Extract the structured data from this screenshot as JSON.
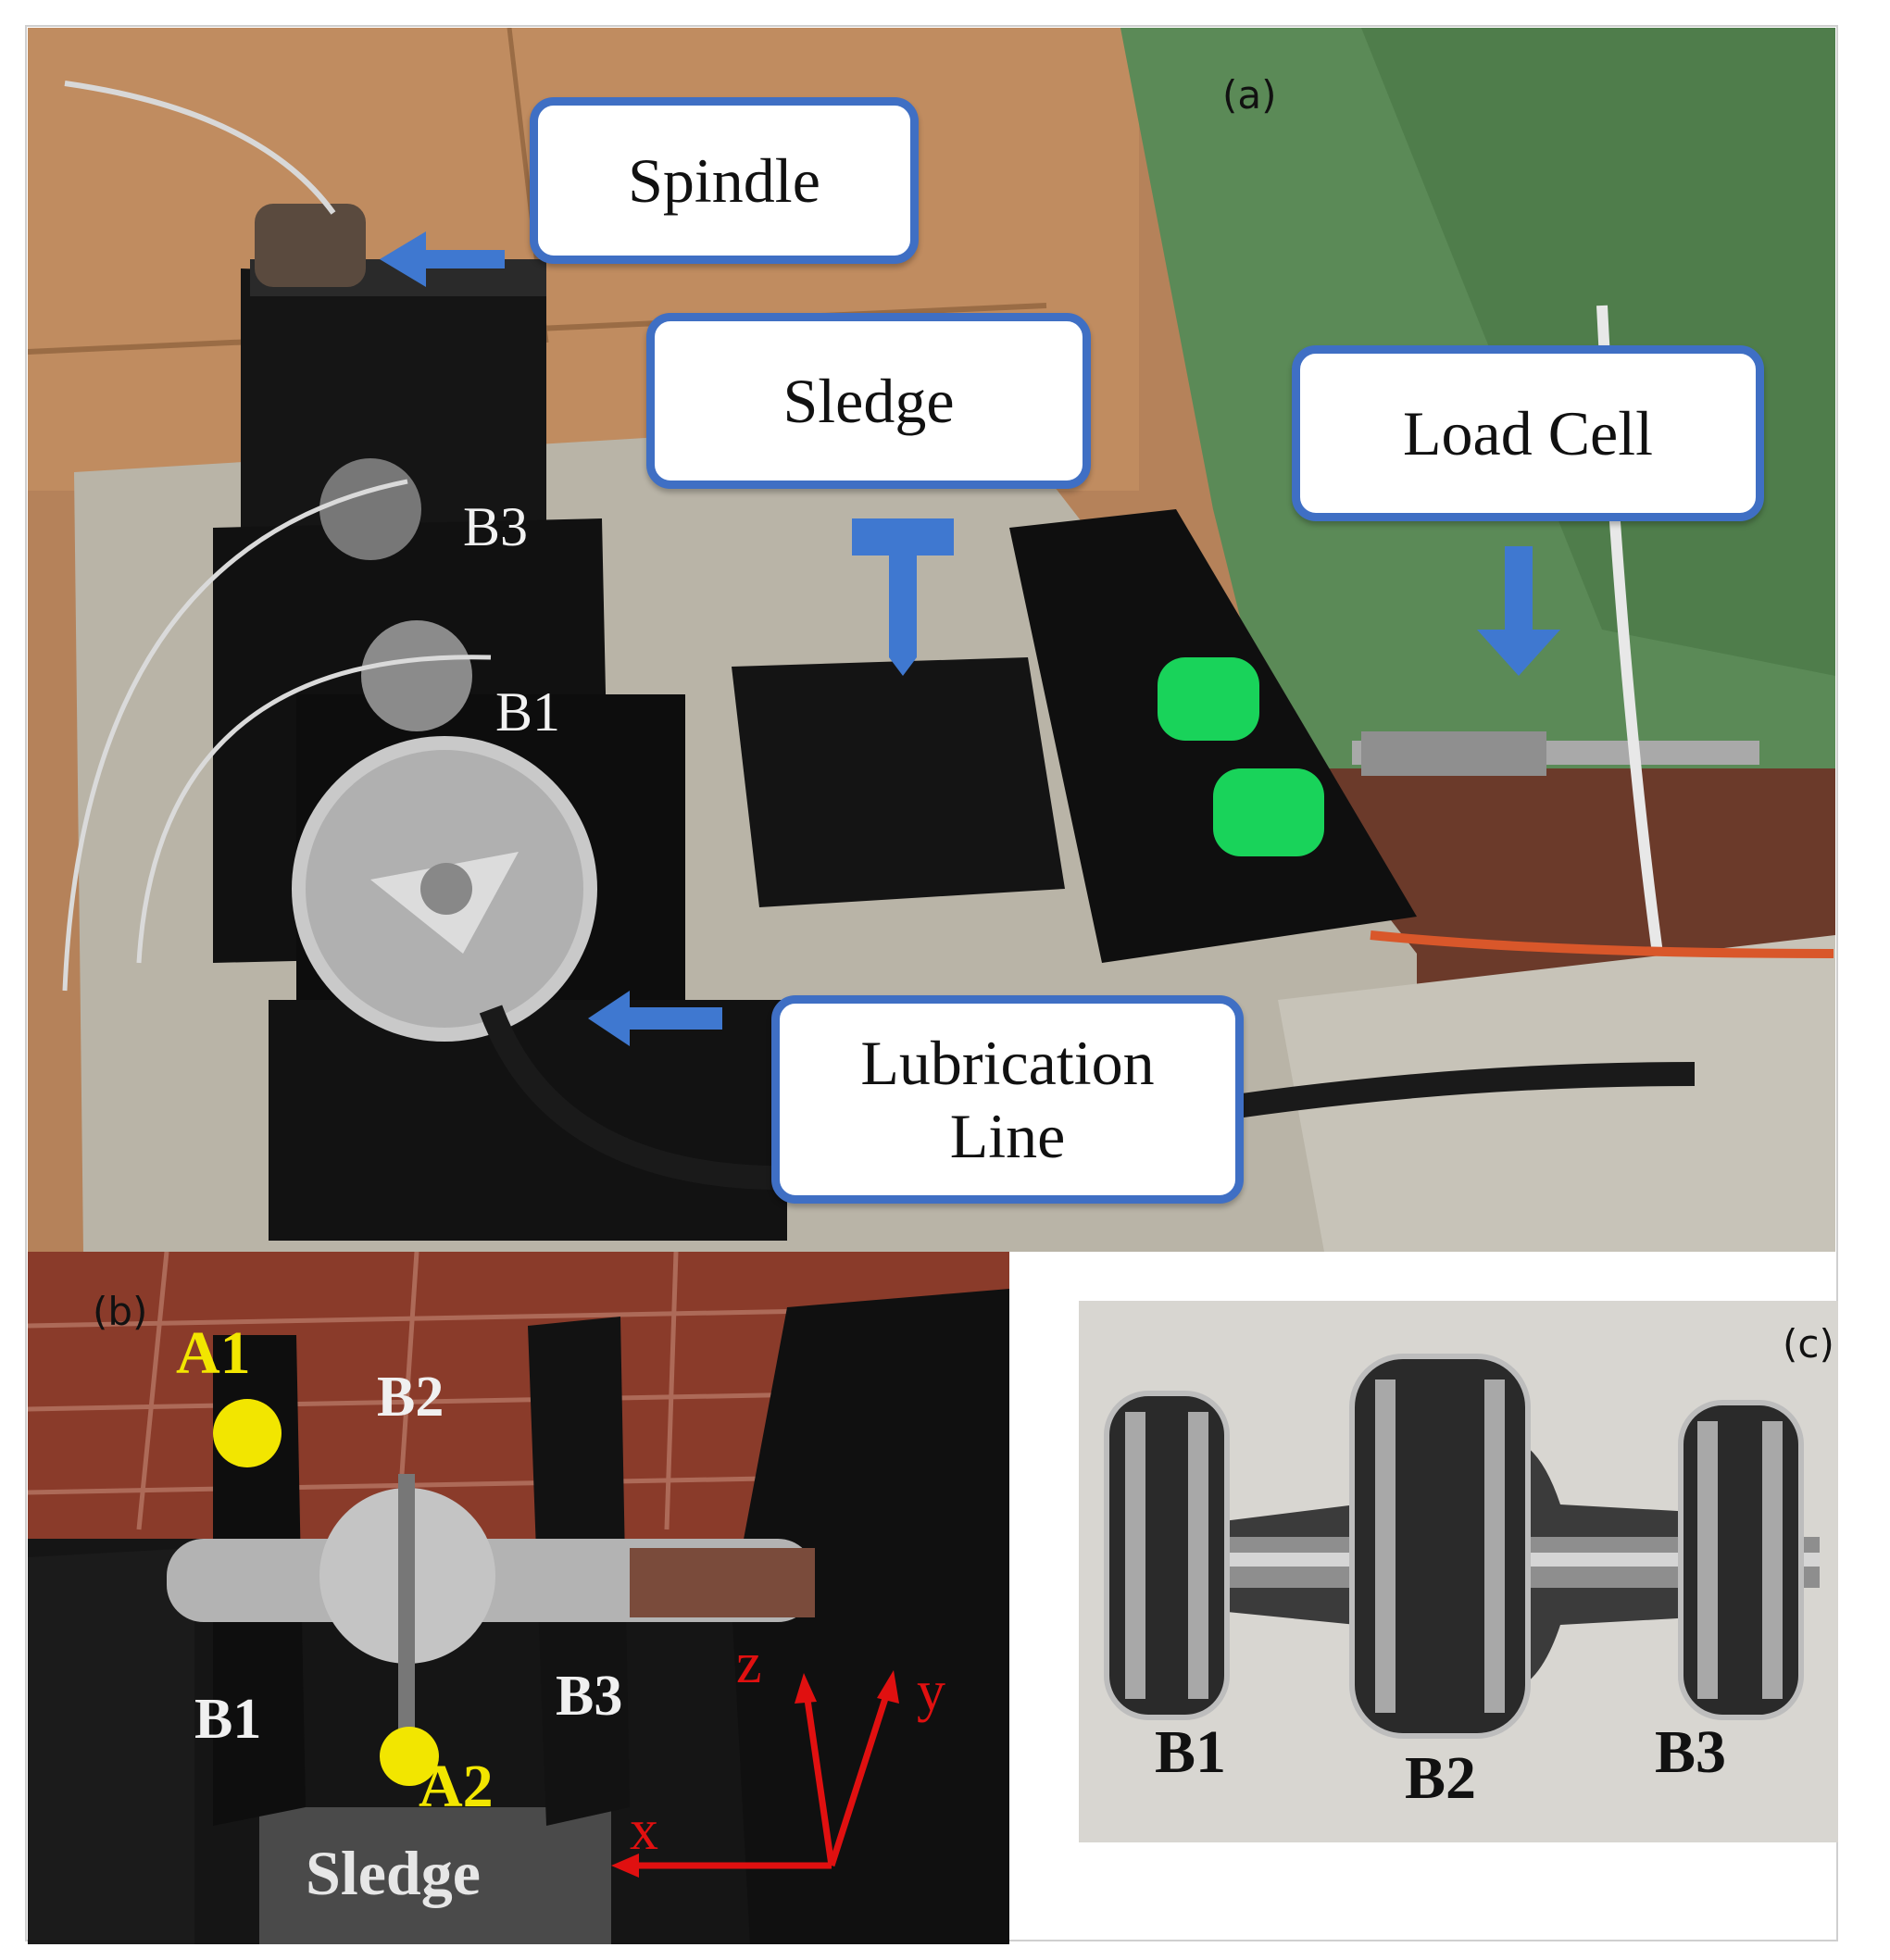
{
  "panels": {
    "a": {
      "label": "(a)",
      "callouts": {
        "spindle": "Spindle",
        "sledge": "Sledge",
        "load_cell": "Load Cell",
        "lubrication_line_1": "Lubrication",
        "lubrication_line_2": "Line"
      },
      "bearing_labels": {
        "b3": "B3",
        "b1": "B1"
      }
    },
    "b": {
      "label": "(b)",
      "accelerometers": {
        "a1": "A1",
        "a2": "A2"
      },
      "bearing_labels": {
        "b1": "B1",
        "b2": "B2",
        "b3": "B3"
      },
      "axes": {
        "x": "x",
        "y": "y",
        "z": "z"
      },
      "sledge": "Sledge"
    },
    "c": {
      "label": "(c)",
      "bearing_labels": {
        "b1": "B1",
        "b2": "B2",
        "b3": "B3"
      }
    }
  },
  "colors": {
    "callout_border": "#3f6fc4",
    "arrow": "#3f78d0",
    "accelerometer_marker": "#f2e600",
    "axis_arrow": "#e01010",
    "spring": "#19d35a"
  }
}
